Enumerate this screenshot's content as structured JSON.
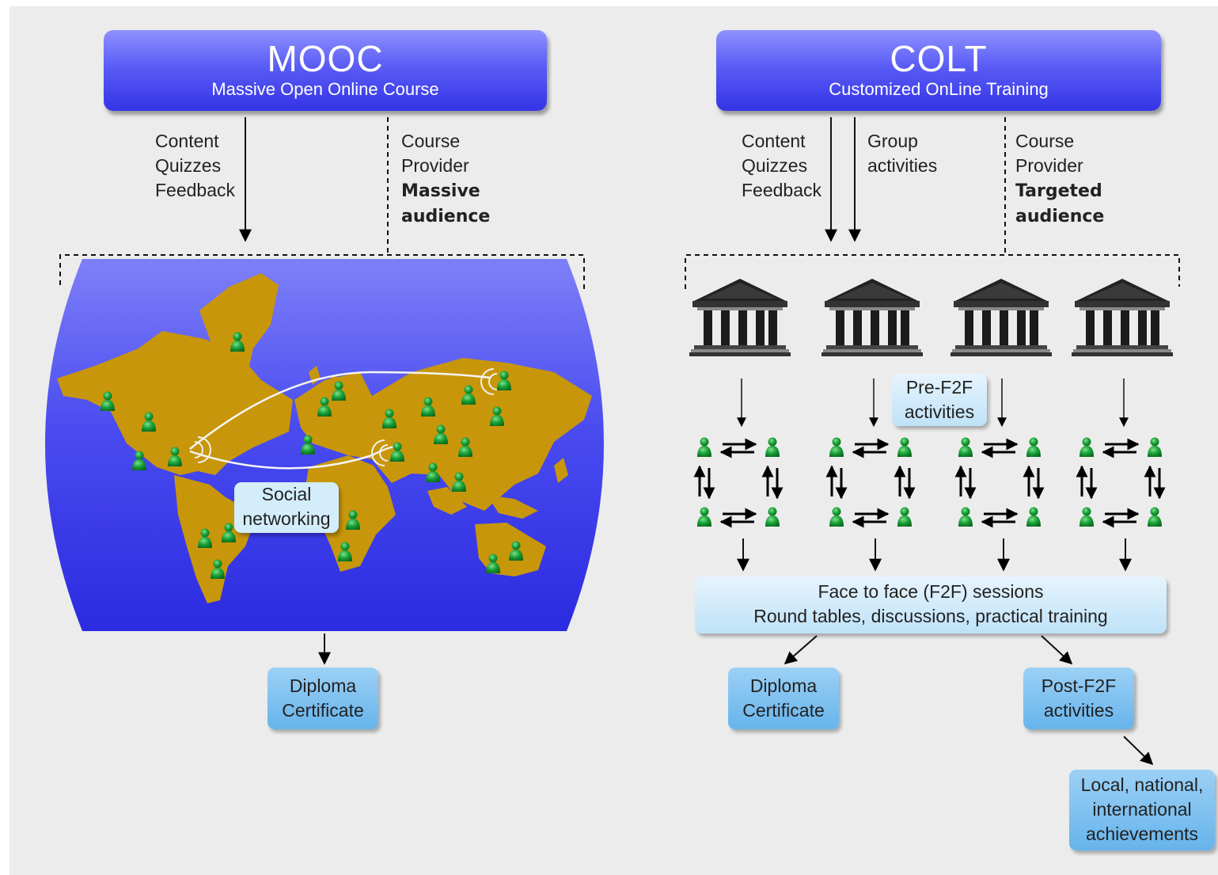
{
  "mooc": {
    "title": "MOOC",
    "subtitle": "Massive Open Online Course",
    "inputs": [
      "Content",
      "Quizzes",
      "Feedback"
    ],
    "provider": [
      "Course",
      "Provider"
    ],
    "audience": [
      "Massive",
      "audience"
    ],
    "social": [
      "Social",
      "networking"
    ],
    "outcome": [
      "Diploma",
      "Certificate"
    ]
  },
  "colt": {
    "title": "COLT",
    "subtitle": "Customized OnLine Training",
    "inputs": [
      "Content",
      "Quizzes",
      "Feedback"
    ],
    "group": [
      "Group",
      "activities"
    ],
    "provider": [
      "Course",
      "Provider"
    ],
    "audience": [
      "Targeted",
      "audience"
    ],
    "pre_f2f": [
      "Pre-F2F",
      "activities"
    ],
    "f2f": [
      "Face to face (F2F) sessions",
      "Round tables, discussions, practical training"
    ],
    "diploma": [
      "Diploma",
      "Certificate"
    ],
    "post_f2f": [
      "Post-F2F",
      "activities"
    ],
    "achievements": [
      "Local, national,",
      "international",
      "achievements"
    ]
  },
  "colors": {
    "header": "#4747f0",
    "map_ocean": "#4141ee",
    "map_land": "#c8960a",
    "person": "#18a030",
    "box_dark": "#7fc1f0",
    "box_light": "#cfe9fa",
    "building": "#222222"
  },
  "icons": {
    "person": "person-icon",
    "institution": "institution-icon",
    "broadcast": "broadcast-icon"
  }
}
